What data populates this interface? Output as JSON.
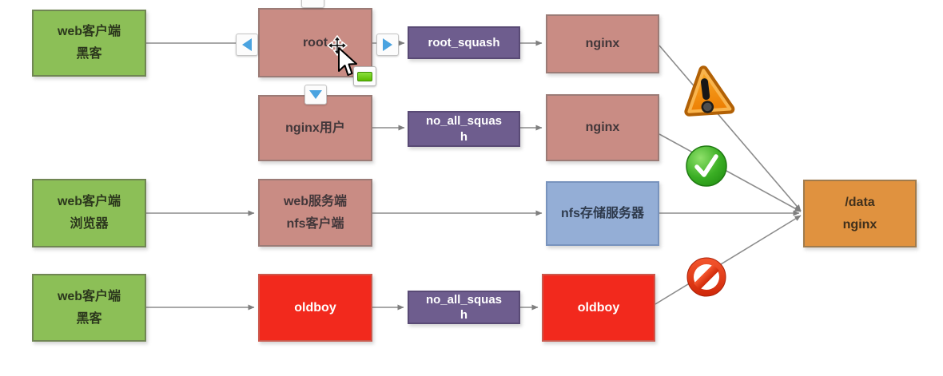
{
  "nodes": {
    "client_hacker_1": {
      "line1": "web客户端",
      "line2": "黑客"
    },
    "root": {
      "label": "root"
    },
    "root_squash": {
      "label": "root_squash"
    },
    "nginx_1": {
      "label": "nginx"
    },
    "nginx_user": {
      "label": "nginx用户"
    },
    "no_all_squash_1": {
      "line1": "no_all_squas",
      "line2": "h"
    },
    "nginx_2": {
      "label": "nginx"
    },
    "client_browser": {
      "line1": "web客户端",
      "line2": "浏览器"
    },
    "web_server_nfs_client": {
      "line1": "web服务端",
      "line2": "nfs客户端"
    },
    "nfs_storage_server": {
      "label": "nfs存储服务器"
    },
    "client_hacker_2": {
      "line1": "web客户端",
      "line2": "黑客"
    },
    "oldboy_1": {
      "label": "oldboy"
    },
    "no_all_squash_2": {
      "line1": "no_all_squas",
      "line2": "h"
    },
    "oldboy_2": {
      "label": "oldboy"
    },
    "data_nginx": {
      "line1": "/data",
      "line2": "nginx"
    }
  },
  "icons": {
    "warning": "orange-exclamation-warning",
    "success": "green-checkmark",
    "denied": "red-prohibition-sign",
    "left_arrow": "blue-left-arrow",
    "right_arrow": "blue-right-arrow",
    "down_arrow": "blue-down-arrow",
    "resize_handle": "green-resize-handle",
    "move_cursor": "move-cursor",
    "pointer_cursor": "mouse-pointer"
  },
  "colors": {
    "green_node": "#8cbf57",
    "pink_node": "#c98c84",
    "purple_node": "#6e5d8e",
    "blue_node": "#94aed6",
    "orange_node": "#e0923f",
    "red_node": "#f2291d",
    "connector": "#8c8c8c",
    "arrow_button_blue": "#4aa3e0",
    "handle_green": "#5bba00",
    "warning_orange": "#ef8200",
    "success_green": "#2f9e1d",
    "denied_red": "#d42a0c"
  }
}
